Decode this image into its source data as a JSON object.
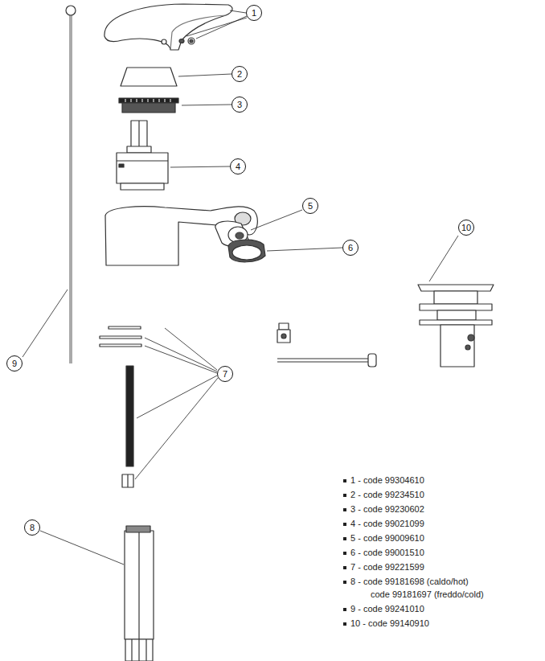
{
  "diagram": {
    "nodes": [
      {
        "text": [
          "1"
        ]
      },
      {
        "text": [
          "2"
        ]
      },
      {
        "text": [
          "3"
        ]
      },
      {
        "text": [
          "4"
        ]
      },
      {
        "text": [
          "5"
        ]
      },
      {
        "text": [
          "10"
        ]
      },
      {
        "text": [
          "6"
        ]
      },
      {
        "text": [
          "9"
        ]
      },
      {
        "text": [
          "7"
        ]
      },
      {
        "text": [
          "8"
        ]
      }
    ],
    "labels": [
      "1 - code 99304610",
      "2 - code 99234510",
      "3 - code 99230602",
      "4 - code 99021099",
      "5 - code 99009610",
      "6 - code 99001510",
      "7 - code 99221599",
      "8 - code 99181698 (caldo/hot)",
      "code 99181697 (freddo/cold)",
      "9 - code 99241010",
      "10 - code 99140910"
    ]
  }
}
